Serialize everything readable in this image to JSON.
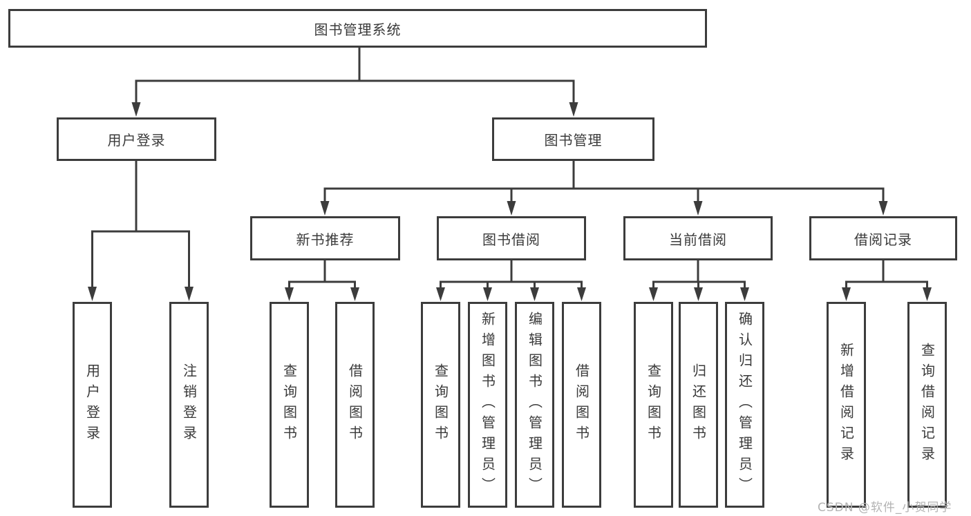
{
  "colors": {
    "line": "#3c3c3c",
    "box_border": "#3c3c3c",
    "text": "#3a3a3a",
    "background": "#ffffff",
    "watermark": "#b3b3b3"
  },
  "watermark": {
    "text": "CSDN @软件_小贺同学"
  },
  "tree": {
    "root": {
      "label": "图书管理系统"
    },
    "branches": [
      {
        "label": "用户登录",
        "children": [
          {
            "label": "用户登录"
          },
          {
            "label": "注销登录"
          }
        ]
      },
      {
        "label": "图书管理",
        "children": [
          {
            "label": "新书推荐",
            "children": [
              {
                "label": "查询图书"
              },
              {
                "label": "借阅图书"
              }
            ]
          },
          {
            "label": "图书借阅",
            "children": [
              {
                "label": "查询图书"
              },
              {
                "label": "新增图书（管理员）"
              },
              {
                "label": "编辑图书（管理员）"
              },
              {
                "label": "借阅图书"
              }
            ]
          },
          {
            "label": "当前借阅",
            "children": [
              {
                "label": "查询图书"
              },
              {
                "label": "归还图书"
              },
              {
                "label": "确认归还（管理员）"
              }
            ]
          },
          {
            "label": "借阅记录",
            "children": [
              {
                "label": "新增借阅记录"
              },
              {
                "label": "查询借阅记录"
              }
            ]
          }
        ]
      }
    ]
  }
}
